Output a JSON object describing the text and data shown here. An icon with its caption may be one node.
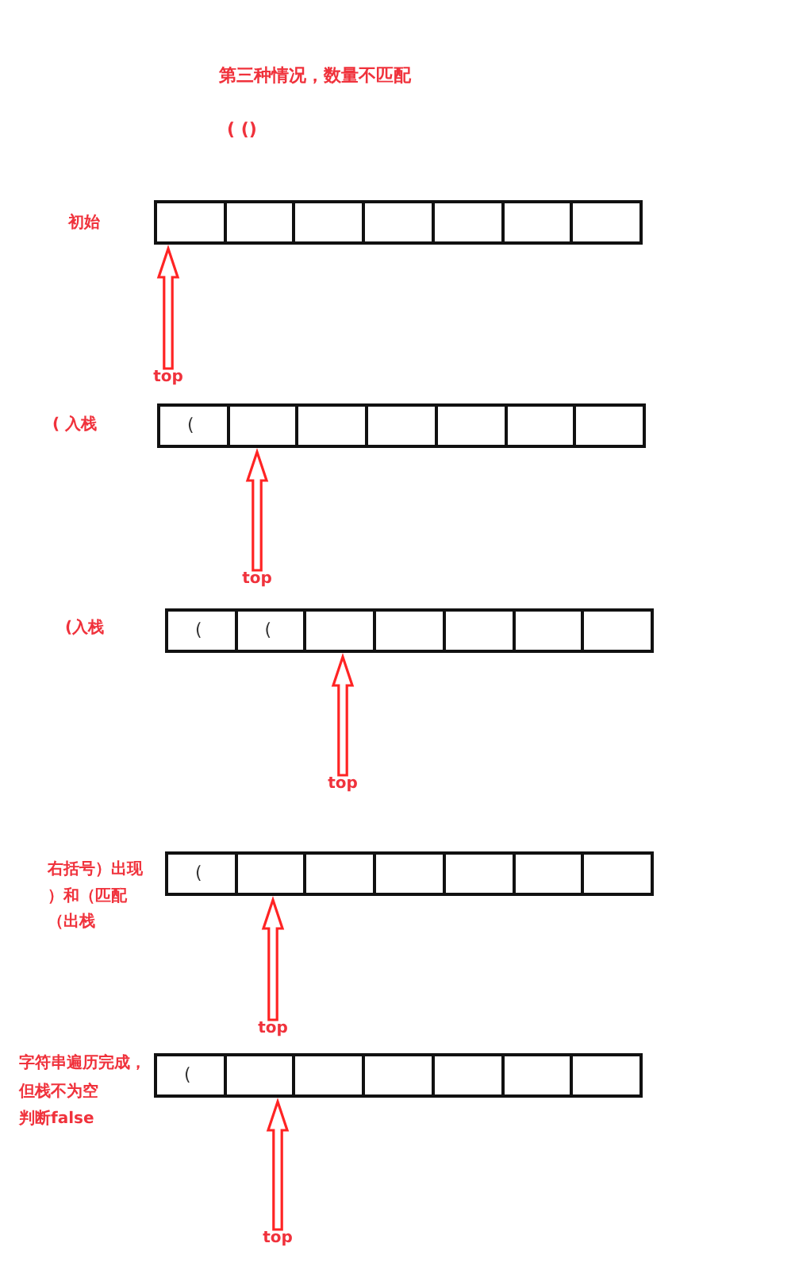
{
  "diagram": {
    "title": "第三种情况，数量不匹配",
    "nodes": [
      {
        "text": [],
        "shape": "box",
        "beside": [
          "初始"
        ]
      },
      {
        "text": [],
        "shape": "box",
        "in": 0
      },
      {
        "text": [],
        "shape": "box",
        "in": 0
      },
      {
        "text": [],
        "shape": "box",
        "in": 0
      },
      {
        "text": [],
        "shape": "box",
        "in": 0
      },
      {
        "text": [],
        "shape": "box",
        "in": 0
      },
      {
        "text": [],
        "shape": "box",
        "in": 0
      },
      {
        "text": [],
        "shape": "box",
        "in": 0
      },
      {
        "text": [
          "top"
        ]
      },
      {
        "text": [],
        "shape": "box",
        "beside": [
          "( 入栈"
        ]
      },
      {
        "text": [
          "("
        ],
        "in": 9
      },
      {
        "text": [],
        "shape": "box",
        "in": 9
      },
      {
        "text": [],
        "shape": "box",
        "in": 9
      },
      {
        "text": [],
        "shape": "box",
        "in": 9
      },
      {
        "text": [],
        "shape": "box",
        "in": 9
      },
      {
        "text": [],
        "shape": "box",
        "in": 9
      },
      {
        "text": [],
        "shape": "box",
        "in": 9
      },
      {
        "text": [
          "top"
        ]
      },
      {
        "text": [],
        "shape": "box",
        "beside": [
          "(入栈"
        ]
      },
      {
        "text": [
          "("
        ],
        "in": 18
      },
      {
        "text": [
          "("
        ],
        "in": 18
      },
      {
        "text": [],
        "shape": "box",
        "in": 18
      },
      {
        "text": [],
        "shape": "box",
        "in": 18
      },
      {
        "text": [],
        "shape": "box",
        "in": 18
      },
      {
        "text": [],
        "shape": "box",
        "in": 18
      },
      {
        "text": [],
        "shape": "box",
        "in": 18
      },
      {
        "text": [
          "top"
        ]
      },
      {
        "text": [],
        "shape": "box",
        "beside": [
          "右括号）出现",
          "）和（匹配",
          "（出栈"
        ]
      },
      {
        "text": [
          "("
        ],
        "in": 27
      },
      {
        "text": [],
        "shape": "box",
        "in": 27
      },
      {
        "text": [],
        "shape": "box",
        "in": 27
      },
      {
        "text": [],
        "shape": "box",
        "in": 27
      },
      {
        "text": [],
        "shape": "box",
        "in": 27
      },
      {
        "text": [],
        "shape": "box",
        "in": 27
      },
      {
        "text": [],
        "shape": "box",
        "in": 27
      },
      {
        "text": [
          "top"
        ]
      },
      {
        "text": [],
        "shape": "box",
        "beside": [
          "字符串遍历完成，",
          "但栈不为空",
          "判断false"
        ]
      },
      {
        "text": [
          "("
        ],
        "in": 36
      },
      {
        "text": [],
        "shape": "box",
        "in": 36
      },
      {
        "text": [],
        "shape": "box",
        "in": 36
      },
      {
        "text": [],
        "shape": "box",
        "in": 36
      },
      {
        "text": [],
        "shape": "box",
        "in": 36
      },
      {
        "text": [],
        "shape": "box",
        "in": 36
      },
      {
        "text": [],
        "shape": "box",
        "in": 36
      },
      {
        "text": [
          "top"
        ]
      }
    ],
    "edges": [
      {
        "from": 8,
        "to": 1,
        "arrow": "to"
      },
      {
        "from": 17,
        "to": 11,
        "arrow": "to"
      },
      {
        "from": 26,
        "to": 21,
        "arrow": "to"
      },
      {
        "from": 35,
        "to": 29,
        "arrow": "to"
      },
      {
        "from": 44,
        "to": 38,
        "arrow": "to"
      }
    ],
    "labels": [
      "( ()"
    ]
  }
}
